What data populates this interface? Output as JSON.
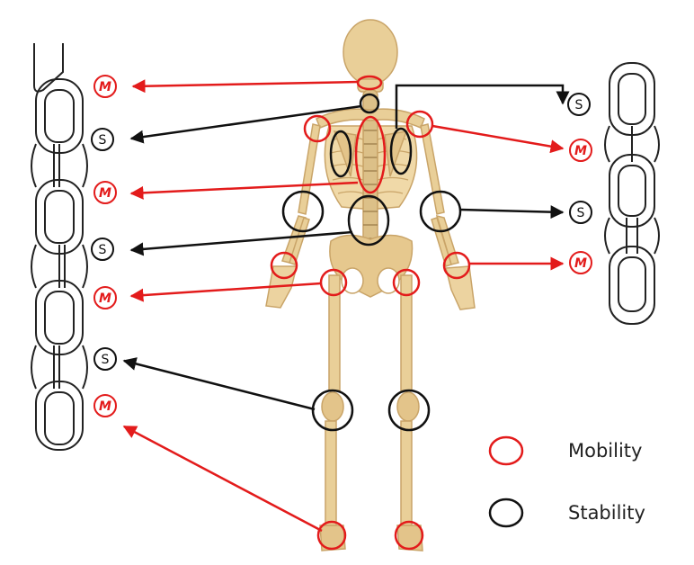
{
  "markers": {
    "mobility_letter": "M",
    "stability_letter": "S"
  },
  "legend": {
    "mobility": "Mobility",
    "stability": "Stability"
  },
  "colors": {
    "mobility": "#e31b1b",
    "stability": "#111111",
    "bone": "#e9cf98",
    "bone_shade": "#c9a468"
  },
  "joints": [
    {
      "joint": "upper cervical",
      "type": "mobility"
    },
    {
      "joint": "lower cervical",
      "type": "stability"
    },
    {
      "joint": "thoracic spine",
      "type": "mobility"
    },
    {
      "joint": "scapula",
      "type": "stability"
    },
    {
      "joint": "shoulder",
      "type": "mobility"
    },
    {
      "joint": "elbow",
      "type": "stability"
    },
    {
      "joint": "lumbar spine",
      "type": "stability"
    },
    {
      "joint": "wrist",
      "type": "mobility"
    },
    {
      "joint": "hip",
      "type": "mobility"
    },
    {
      "joint": "knee",
      "type": "stability"
    },
    {
      "joint": "ankle",
      "type": "mobility"
    }
  ]
}
